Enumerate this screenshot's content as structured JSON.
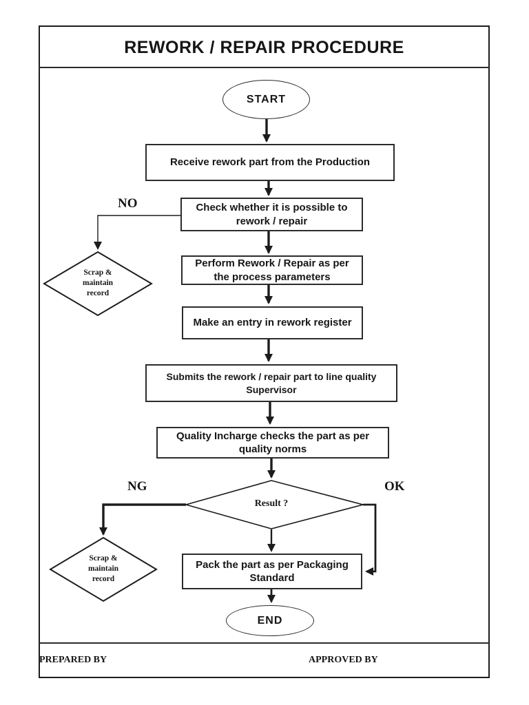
{
  "title": "REWORK / REPAIR PROCEDURE",
  "flow": {
    "start": "START",
    "receive": "Receive rework part from the Production",
    "check": "Check whether it is possible to\nrework / repair",
    "perform": "Perform Rework / Repair as per\nthe process parameters",
    "register": "Make an entry in rework register",
    "submit": "Submits the rework / repair part to line quality\nSupervisor",
    "quality": "Quality Incharge checks the part as per\nquality norms",
    "result": "Result ?",
    "scrap_no": "Scrap &\nmaintain\nrecord",
    "scrap_ng": "Scrap &\nmaintain\nrecord",
    "pack": "Pack the part as per Packaging\nStandard",
    "end": "END"
  },
  "branch_labels": {
    "no": "NO",
    "ng": "NG",
    "ok": "OK"
  },
  "footer": {
    "prepared_by": "PREPARED BY",
    "approved_by": "APPROVED BY"
  },
  "colors": {
    "ink": "#1c1c1c",
    "background": "#ffffff"
  }
}
